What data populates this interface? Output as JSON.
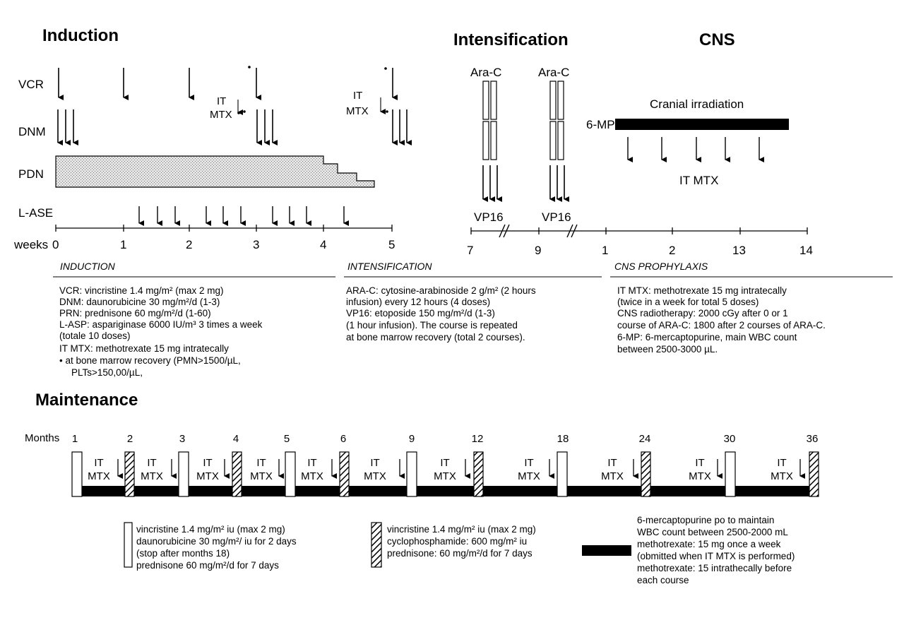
{
  "headers": {
    "induction": "Induction",
    "intensification": "Intensification",
    "cns": "CNS",
    "maintenance": "Maintenance"
  },
  "induction": {
    "rows": [
      "VCR",
      "DNM",
      "PDN",
      "L-ASE"
    ],
    "it_label": "IT",
    "mtx_label": "MTX",
    "axis_label": "weeks",
    "ticks": [
      "0",
      "1",
      "2",
      "3",
      "4",
      "5"
    ]
  },
  "intensification": {
    "arac_label": "Ara-C",
    "vp16_label": "VP16",
    "ticks": [
      "7",
      "9"
    ]
  },
  "cns": {
    "cranial_label": "Cranial irradiation",
    "mp_label": "6-MP",
    "it_mtx_label": "IT MTX",
    "ticks": [
      "1",
      "2",
      "13",
      "14"
    ]
  },
  "legend_induction": {
    "title": "INDUCTION",
    "lines": [
      "VCR: vincristine 1.4 mg/m² (max 2 mg)",
      "DNM: daunorubicine 30 mg/m²/d (1-3)",
      "PRN: prednisone 60 mg/m²/d (1-60)",
      "L-ASP: aspariginase 6000 IU/m³ 3 times a week",
      "(totale 10 doses)",
      "IT MTX: methotrexate 15 mg intratecally",
      "• at bone marrow recovery (PMN>1500/µL,",
      "PLTs>150,00/µL,"
    ]
  },
  "legend_intensification": {
    "title": "INTENSIFICATION",
    "lines": [
      "ARA-C: cytosine-arabinoside 2 g/m² (2 hours",
      "infusion) every 12 hours (4 doses)",
      "VP16: etoposide 150 mg/m²/d (1-3)",
      "(1 hour infusion). The course is repeated",
      "at bone marrow recovery (total 2 courses)."
    ]
  },
  "legend_cns": {
    "title": "CNS PROPHYLAXIS",
    "lines": [
      "IT MTX: methotrexate 15 mg intratecally",
      "(twice in a week for total 5 doses)",
      "CNS radiotherapy: 2000 cGy after 0 or 1",
      "course of ARA-C: 1800 after 2 courses of ARA-C.",
      "6-MP: 6-mercaptopurine, main WBC count",
      "between 2500-3000 µL."
    ]
  },
  "maintenance": {
    "months_label": "Months",
    "month_ticks": [
      "1",
      "2",
      "3",
      "4",
      "5",
      "6",
      "9",
      "12",
      "18",
      "24",
      "30",
      "36"
    ],
    "it_label": "IT",
    "mtx_label": "MTX"
  },
  "legend_maint": {
    "white": [
      "vincristine 1.4 mg/m² iu (max 2 mg)",
      "daunorubicine 30 mg/m²/ iu for 2 days",
      "(stop after months 18)",
      "prednisone 60 mg/m²/d for 7 days"
    ],
    "hatched": [
      "vincristine 1.4 mg/m² iu (max 2 mg)",
      "cyclophosphamide: 600 mg/m² iu",
      "prednisone: 60 mg/m²/d for 7 days"
    ],
    "black": [
      "6-mercaptopurine po to maintain",
      "WBC count between 2500-2000 mL",
      "methotrexate: 15 mg once a week",
      "(obmitted when IT MTX is performed)",
      "methotrexate: 15 intrathecally before",
      "each course"
    ]
  },
  "colors": {
    "ink": "#000000",
    "stipple": "#d0d0d0",
    "background": "#ffffff"
  }
}
